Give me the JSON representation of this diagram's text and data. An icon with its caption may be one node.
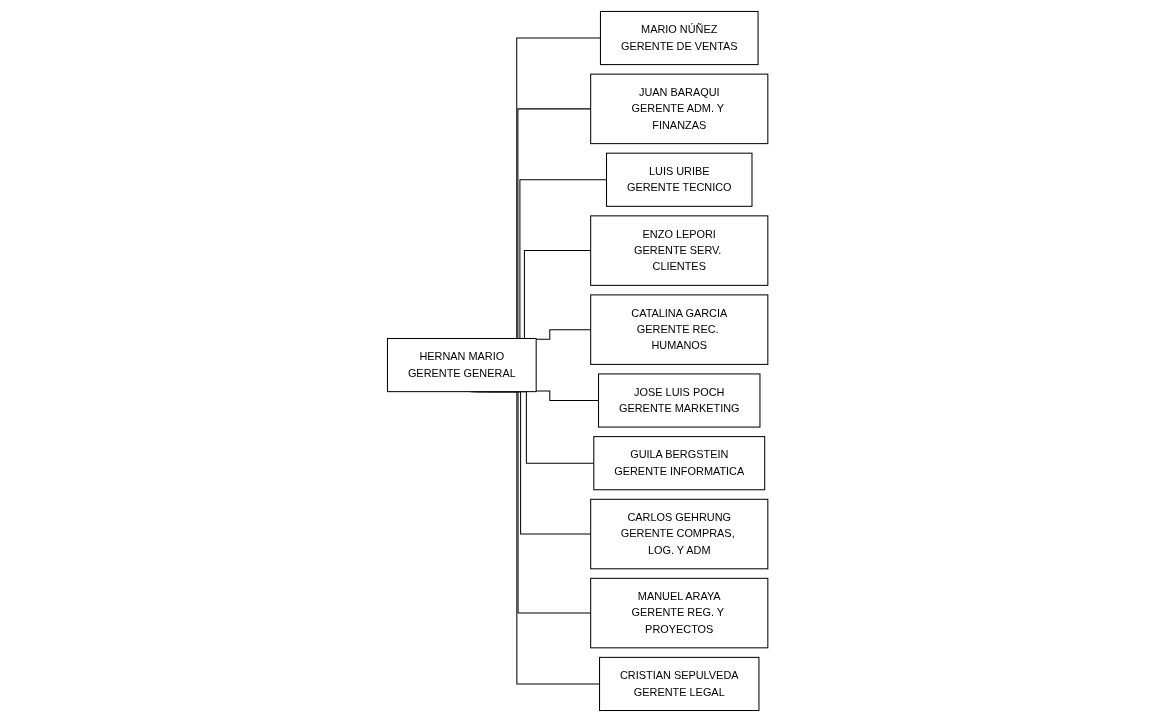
{
  "diagram": {
    "nodes": [
      {
        "text": [
          "HERNAN MARIO",
          "GERENTE GENERAL"
        ]
      },
      {
        "text": [
          "MARIO NÚÑEZ",
          "GERENTE DE VENTAS"
        ]
      },
      {
        "text": [
          "JUAN BARAQUI",
          "GERENTE ADM. Y FINANZAS"
        ]
      },
      {
        "text": [
          "LUIS URIBE",
          "GERENTE TECNICO"
        ]
      },
      {
        "text": [
          "ENZO LEPORI",
          "GERENTE SERV. CLIENTES"
        ]
      },
      {
        "text": [
          "CATALINA GARCIA",
          "GERENTE REC. HUMANOS"
        ]
      },
      {
        "text": [
          "JOSE LUIS POCH",
          "GERENTE MARKETING"
        ]
      },
      {
        "text": [
          "GUILA BERGSTEIN",
          "GERENTE INFORMATICA"
        ]
      },
      {
        "text": [
          "CARLOS GEHRUNG",
          "GERENTE COMPRAS, LOG. Y ADM"
        ]
      },
      {
        "text": [
          "MANUEL ARAYA",
          "GERENTE REG. Y PROYECTOS"
        ]
      },
      {
        "text": [
          "CRISTIAN SEPULVEDA",
          "GERENTE LEGAL"
        ]
      }
    ],
    "edges": [
      {
        "from": 0,
        "to": 1,
        "arrow": "none"
      },
      {
        "from": 0,
        "to": 2,
        "arrow": "none"
      },
      {
        "from": 0,
        "to": 3,
        "arrow": "none"
      },
      {
        "from": 0,
        "to": 4,
        "arrow": "none"
      },
      {
        "from": 0,
        "to": 5,
        "arrow": "none"
      },
      {
        "from": 0,
        "to": 6,
        "arrow": "none"
      },
      {
        "from": 0,
        "to": 7,
        "arrow": "none"
      },
      {
        "from": 0,
        "to": 8,
        "arrow": "none"
      },
      {
        "from": 0,
        "to": 9,
        "arrow": "none"
      },
      {
        "from": 0,
        "to": 10,
        "arrow": "none"
      }
    ]
  }
}
